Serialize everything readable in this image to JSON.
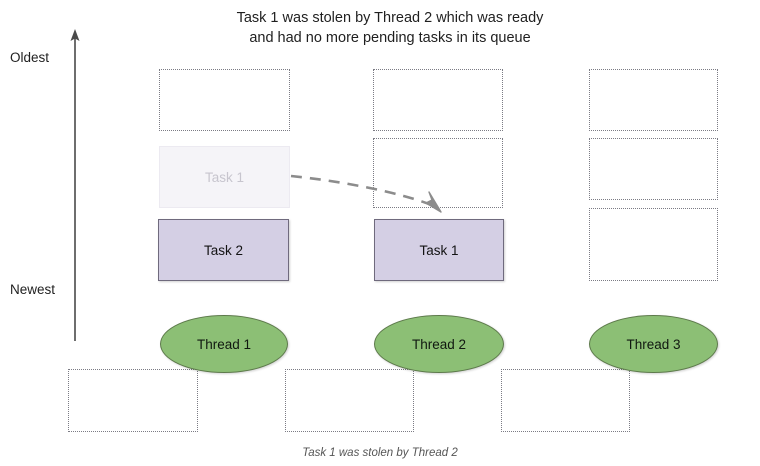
{
  "diagram": {
    "title": "Task 1 was stolen by Thread 2 which was ready\nand had no more pending tasks in its queue",
    "caption": "Task 1 was stolen by Thread 2",
    "axis": {
      "top_label": "Oldest",
      "bottom_label": "Newest",
      "direction": "up"
    },
    "colors": {
      "task_fill": "#d4cfe4",
      "task_border": "#6f6a7d",
      "ghost_fill": "#f5f4f8",
      "ghost_text": "#c7c5ce",
      "thread_fill": "#8cbf75",
      "thread_border": "#5d7a4b",
      "dotted_border": "#7b7b84",
      "arrow": "#8c8c8c",
      "text": "#1f1f1f"
    },
    "columns": [
      {
        "thread": "Thread 1",
        "slots": [
          {
            "label": "",
            "state": "empty"
          },
          {
            "label": "Task 1",
            "state": "ghost"
          },
          {
            "label": "Task 2",
            "state": "filled"
          }
        ]
      },
      {
        "thread": "Thread 2",
        "slots": [
          {
            "label": "",
            "state": "empty"
          },
          {
            "label": "",
            "state": "empty"
          },
          {
            "label": "Task 1",
            "state": "filled"
          }
        ]
      },
      {
        "thread": "Thread 3",
        "slots": [
          {
            "label": "",
            "state": "empty"
          },
          {
            "label": "",
            "state": "empty"
          },
          {
            "label": "",
            "state": "empty"
          }
        ]
      }
    ],
    "bottom_slots": [
      {
        "label": "",
        "state": "empty"
      },
      {
        "label": "",
        "state": "empty"
      },
      {
        "label": "",
        "state": "empty"
      }
    ],
    "steal_arrow": {
      "from": "Task 1 (Thread 1 queue)",
      "to": "Task 1 (Thread 2 queue)",
      "style": "dashed-curved"
    }
  }
}
